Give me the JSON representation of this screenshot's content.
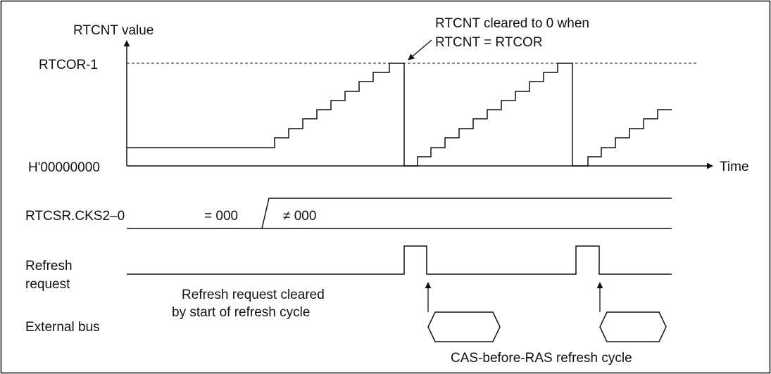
{
  "axis": {
    "y_label": "RTCNT value",
    "x_label": "Time",
    "top_label": "RTCOR-1",
    "zero_label": "H'00000000"
  },
  "annotations": {
    "clear_line1": "RTCNT cleared to 0 when",
    "clear_line2": "RTCNT = RTCOR",
    "req_cleared_line1": "Refresh request cleared",
    "req_cleared_line2": "by start of refresh cycle",
    "cbr_cycle": "CAS-before-RAS refresh cycle"
  },
  "signals": {
    "cks_name": "RTCSR.CKS2–0",
    "cks_before": "= 000",
    "cks_after": "≠ 000",
    "refresh_line1": "Refresh",
    "refresh_line2": "request",
    "external_bus": "External bus"
  }
}
